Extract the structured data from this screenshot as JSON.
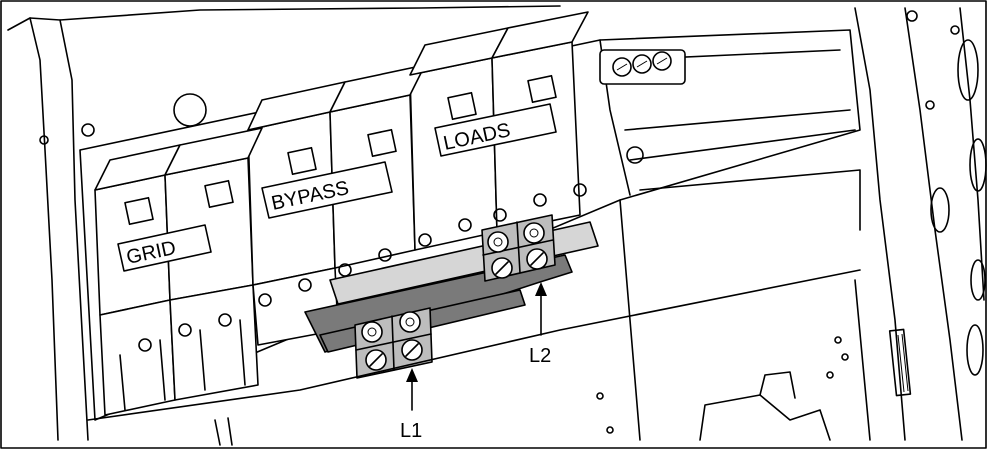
{
  "breaker_labels": {
    "grid": "GRID",
    "bypass": "BYPASS",
    "loads": "LOADS"
  },
  "callouts": {
    "l1": "L1",
    "l2": "L2"
  },
  "colors": {
    "line": "#000000",
    "bus_bar_dark": "#7a7a7a",
    "bus_bar_light": "#d6d6d6",
    "terminal_block": "#bdbdbd",
    "background": "#ffffff"
  }
}
